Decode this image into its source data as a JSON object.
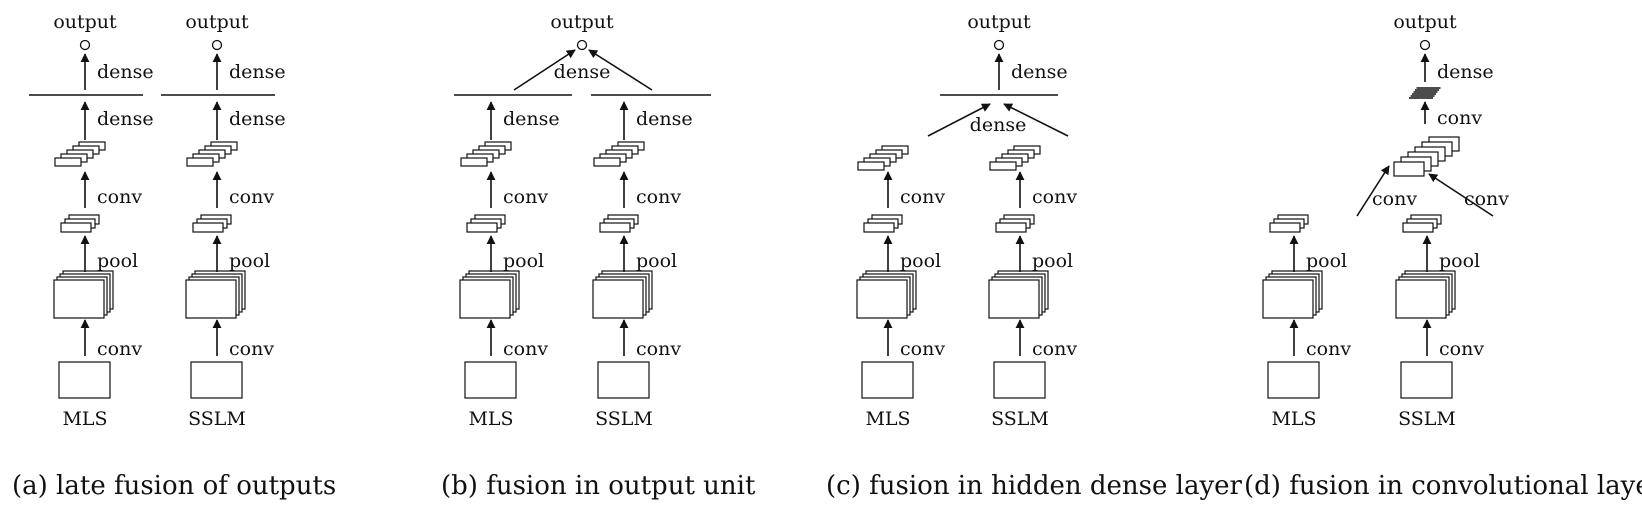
{
  "labels": {
    "output": "output",
    "dense": "dense",
    "conv": "conv",
    "pool": "pool",
    "mls": "MLS",
    "sslm": "SSLM"
  },
  "captions": [
    "(a) late fusion of outputs",
    "(b) fusion in output unit",
    "(c) fusion in hidden dense layer",
    "(d) fusion in convolutional layer"
  ]
}
